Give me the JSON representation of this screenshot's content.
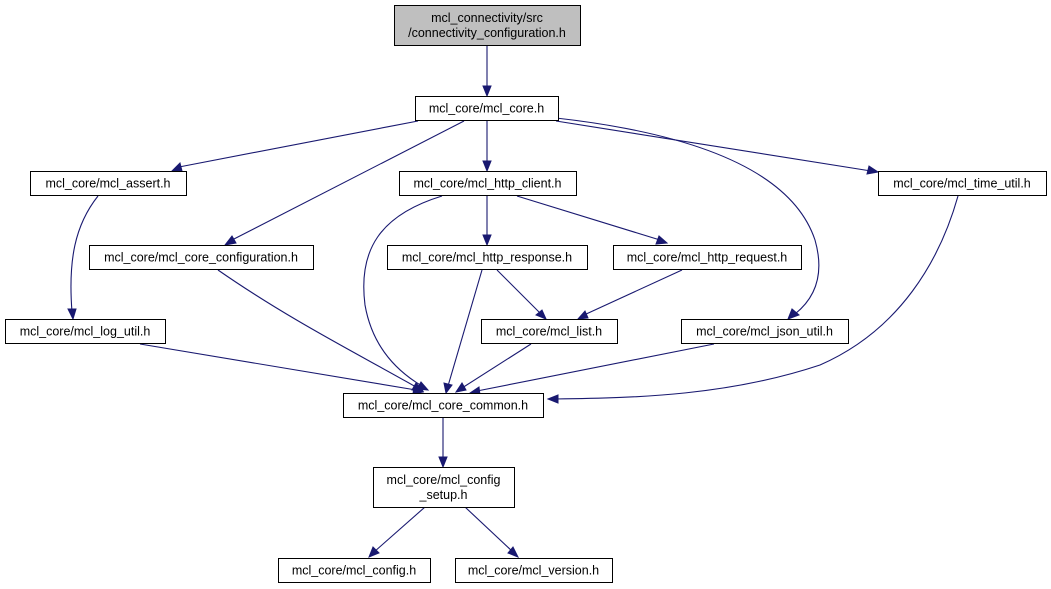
{
  "diagram": {
    "type": "include-dependency-graph",
    "colors": {
      "edge": "#191970",
      "root_fill": "#bfbfbf",
      "node_fill": "#ffffff",
      "node_border": "#000000"
    },
    "nodes": [
      {
        "id": "root",
        "lines": [
          "mcl_connectivity/src",
          "/connectivity_configuration.h"
        ]
      },
      {
        "id": "core",
        "lines": [
          "mcl_core/mcl_core.h"
        ]
      },
      {
        "id": "assert",
        "lines": [
          "mcl_core/mcl_assert.h"
        ]
      },
      {
        "id": "http_client",
        "lines": [
          "mcl_core/mcl_http_client.h"
        ]
      },
      {
        "id": "time_util",
        "lines": [
          "mcl_core/mcl_time_util.h"
        ]
      },
      {
        "id": "core_configuration",
        "lines": [
          "mcl_core/mcl_core_configuration.h"
        ]
      },
      {
        "id": "http_response",
        "lines": [
          "mcl_core/mcl_http_response.h"
        ]
      },
      {
        "id": "http_request",
        "lines": [
          "mcl_core/mcl_http_request.h"
        ]
      },
      {
        "id": "log_util",
        "lines": [
          "mcl_core/mcl_log_util.h"
        ]
      },
      {
        "id": "list",
        "lines": [
          "mcl_core/mcl_list.h"
        ]
      },
      {
        "id": "json_util",
        "lines": [
          "mcl_core/mcl_json_util.h"
        ]
      },
      {
        "id": "core_common",
        "lines": [
          "mcl_core/mcl_core_common.h"
        ]
      },
      {
        "id": "config_setup",
        "lines": [
          "mcl_core/mcl_config",
          "_setup.h"
        ]
      },
      {
        "id": "config",
        "lines": [
          "mcl_core/mcl_config.h"
        ]
      },
      {
        "id": "version",
        "lines": [
          "mcl_core/mcl_version.h"
        ]
      }
    ],
    "edges": [
      {
        "from": "root",
        "to": "core"
      },
      {
        "from": "core",
        "to": "assert"
      },
      {
        "from": "core",
        "to": "core_configuration"
      },
      {
        "from": "core",
        "to": "http_client"
      },
      {
        "from": "core",
        "to": "json_util"
      },
      {
        "from": "core",
        "to": "time_util"
      },
      {
        "from": "assert",
        "to": "log_util"
      },
      {
        "from": "http_client",
        "to": "http_response"
      },
      {
        "from": "http_client",
        "to": "http_request"
      },
      {
        "from": "http_client",
        "to": "core_common"
      },
      {
        "from": "core_configuration",
        "to": "core_common"
      },
      {
        "from": "http_response",
        "to": "list"
      },
      {
        "from": "http_response",
        "to": "core_common"
      },
      {
        "from": "http_request",
        "to": "list"
      },
      {
        "from": "log_util",
        "to": "core_common"
      },
      {
        "from": "list",
        "to": "core_common"
      },
      {
        "from": "json_util",
        "to": "core_common"
      },
      {
        "from": "time_util",
        "to": "core_common"
      },
      {
        "from": "core_common",
        "to": "config_setup"
      },
      {
        "from": "config_setup",
        "to": "config"
      },
      {
        "from": "config_setup",
        "to": "version"
      }
    ]
  }
}
